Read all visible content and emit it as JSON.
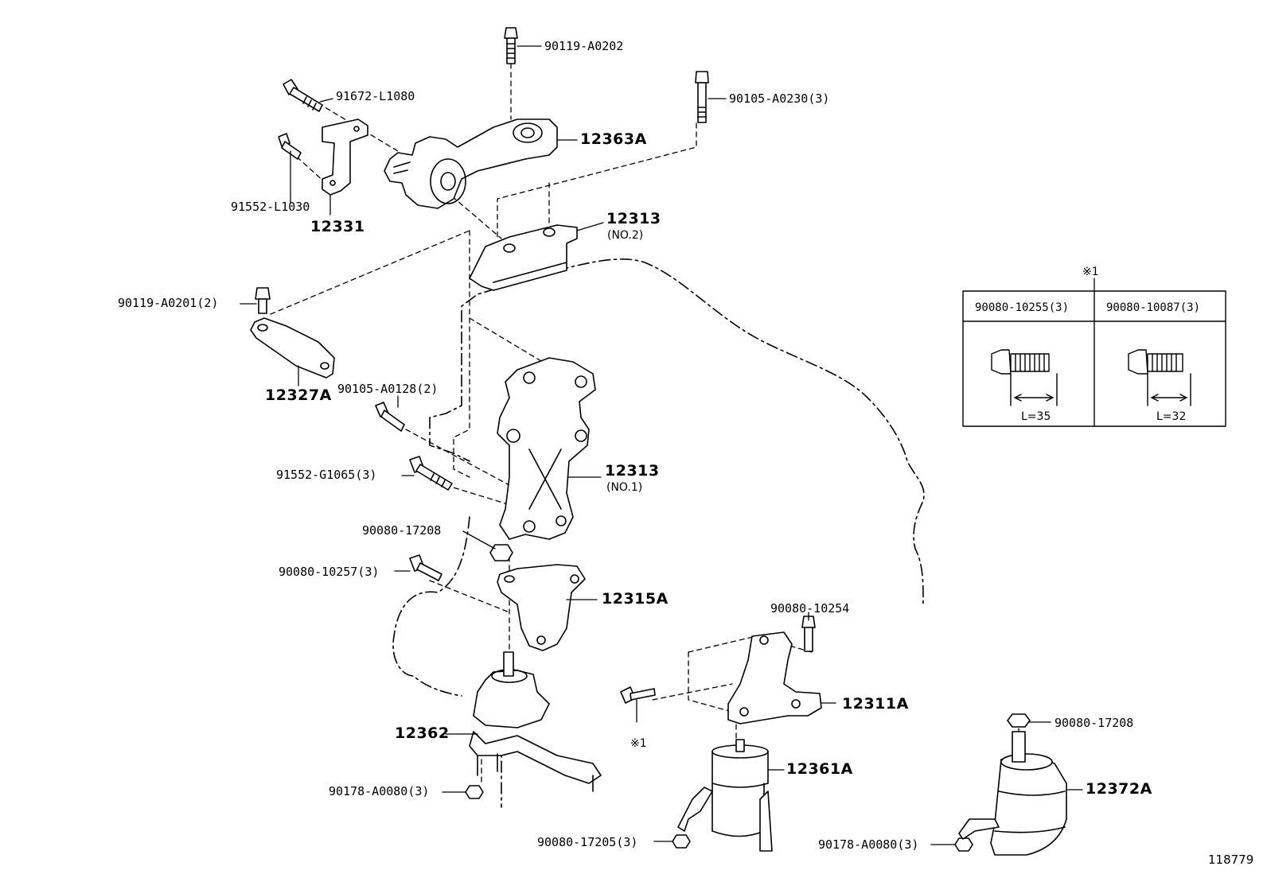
{
  "diagram": {
    "figure_number": "118779",
    "note_mark": "※1",
    "callouts": {
      "p90119_a0202": "90119-A0202",
      "p91672_l1080": "91672-L1080",
      "p90105_a0230": "90105-A0230(3)",
      "p12363a": "12363A",
      "p91552_l1030": "91552-L1030",
      "p12331": "12331",
      "p12313_no2": "12313",
      "p12313_no2_sub": "(NO.2)",
      "p90119_a0201": "90119-A0201(2)",
      "p12327a": "12327A",
      "p90105_a0128": "90105-A0128(2)",
      "p91552_g1065": "91552-G1065(3)",
      "p12313_no1": "12313",
      "p12313_no1_sub": "(NO.1)",
      "p90080_17208a": "90080-17208",
      "p90080_10257": "90080-10257(3)",
      "p12315a": "12315A",
      "p90080_10254": "90080-10254",
      "p12311a": "12311A",
      "p12362": "12362",
      "note_ref": "※1",
      "p12361a": "12361A",
      "p90080_17208b": "90080-17208",
      "p12372a": "12372A",
      "p90178_a0080a": "90178-A0080(3)",
      "p90080_17205": "90080-17205(3)",
      "p90178_a0080b": "90178-A0080(3)"
    },
    "table": {
      "marker": "※1",
      "columns": [
        {
          "part": "90080-10255(3)",
          "length": "L=35"
        },
        {
          "part": "90080-10087(3)",
          "length": "L=32"
        }
      ]
    }
  }
}
